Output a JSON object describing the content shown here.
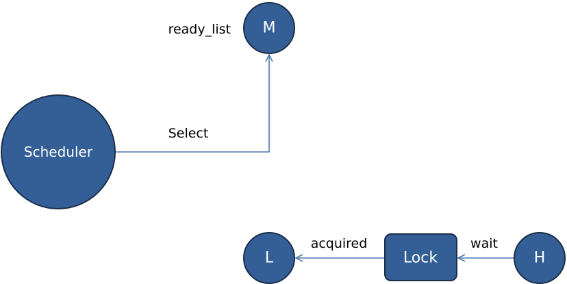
{
  "colors": {
    "node_fill": "#335f96",
    "node_stroke": "#1c2e48",
    "edge": "#4a78b0",
    "background": "#ffffff"
  },
  "nodes": {
    "scheduler": "Scheduler",
    "m": "M",
    "l": "L",
    "lock": "Lock",
    "h": "H"
  },
  "labels": {
    "ready_list": "ready_list",
    "select": "Select",
    "acquired": "acquired",
    "wait": "wait"
  }
}
